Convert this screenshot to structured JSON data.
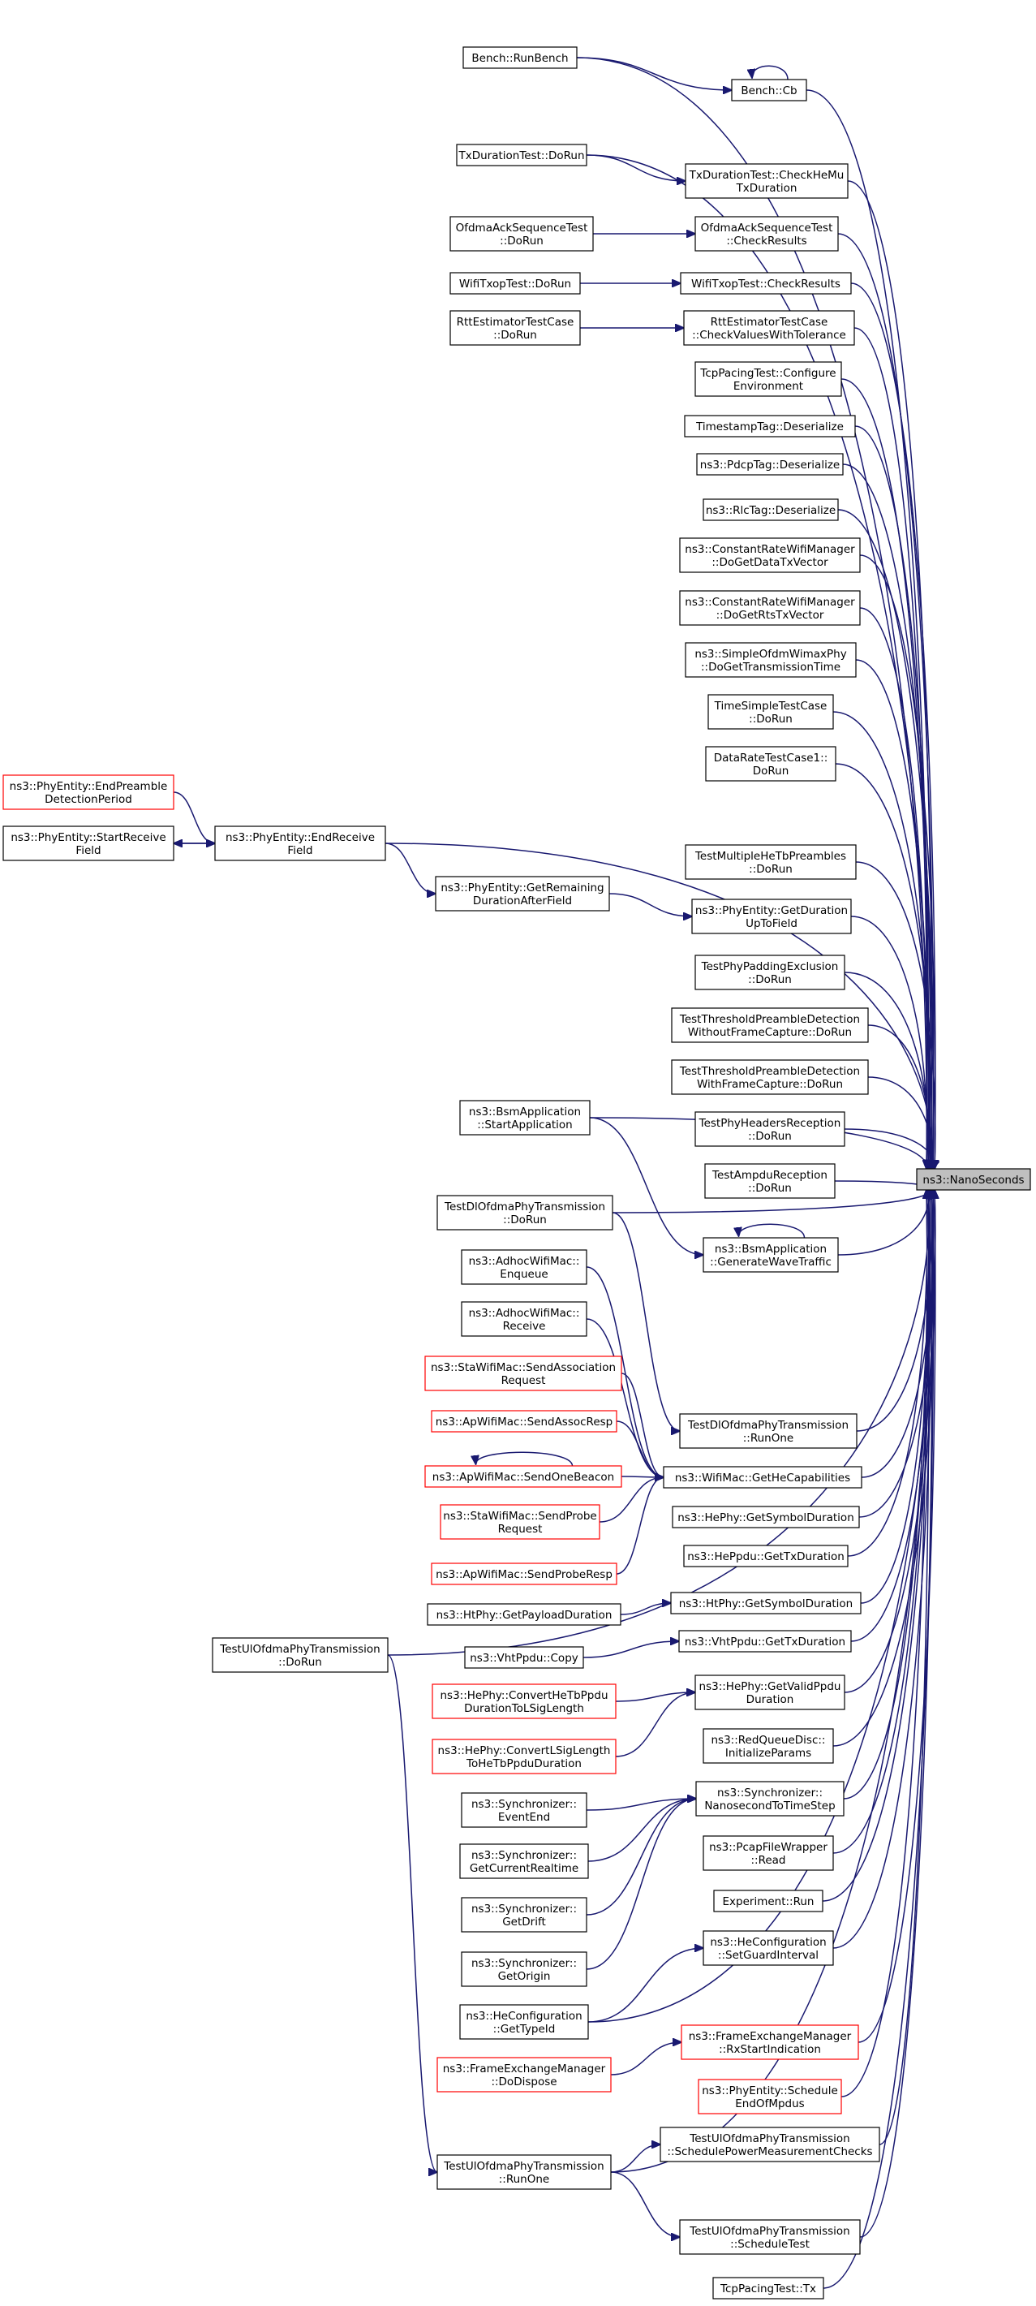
{
  "graph": {
    "colors": {
      "edge": "#191970",
      "node_border": "#000000",
      "node_border_incomplete": "#ff0000",
      "focus_fill": "#bfbfbf"
    },
    "focus_node": "ns3::NanoSeconds",
    "nodes": [
      {
        "id": "nano",
        "lines": [
          "ns3::NanoSeconds"
        ]
      },
      {
        "id": "runbench",
        "lines": [
          "Bench::RunBench"
        ]
      },
      {
        "id": "cb",
        "lines": [
          "Bench::Cb"
        ]
      },
      {
        "id": "txdurrun",
        "lines": [
          "TxDurationTest::DoRun"
        ]
      },
      {
        "id": "checkhemu",
        "lines": [
          "TxDurationTest::CheckHeMu",
          "TxDuration"
        ]
      },
      {
        "id": "ofdmarun",
        "lines": [
          "OfdmaAckSequenceTest",
          "::DoRun"
        ]
      },
      {
        "id": "ofdmacheck",
        "lines": [
          "OfdmaAckSequenceTest",
          "::CheckResults"
        ]
      },
      {
        "id": "txoprun",
        "lines": [
          "WifiTxopTest::DoRun"
        ]
      },
      {
        "id": "txopcheck",
        "lines": [
          "WifiTxopTest::CheckResults"
        ]
      },
      {
        "id": "rttrun",
        "lines": [
          "RttEstimatorTestCase",
          "::DoRun"
        ]
      },
      {
        "id": "rttcheck",
        "lines": [
          "RttEstimatorTestCase",
          "::CheckValuesWithTolerance"
        ]
      },
      {
        "id": "tcppacing",
        "lines": [
          "TcpPacingTest::Configure",
          "Environment"
        ]
      },
      {
        "id": "timestamp",
        "lines": [
          "TimestampTag::Deserialize"
        ]
      },
      {
        "id": "pdcp",
        "lines": [
          "ns3::PdcpTag::Deserialize"
        ]
      },
      {
        "id": "rlc",
        "lines": [
          "ns3::RlcTag::Deserialize"
        ]
      },
      {
        "id": "crdata",
        "lines": [
          "ns3::ConstantRateWifiManager",
          "::DoGetDataTxVector"
        ]
      },
      {
        "id": "crrts",
        "lines": [
          "ns3::ConstantRateWifiManager",
          "::DoGetRtsTxVector"
        ]
      },
      {
        "id": "simpleofdm",
        "lines": [
          "ns3::SimpleOfdmWimaxPhy",
          "::DoGetTransmissionTime"
        ]
      },
      {
        "id": "timesimple",
        "lines": [
          "TimeSimpleTestCase",
          "::DoRun"
        ]
      },
      {
        "id": "datarate",
        "lines": [
          "DataRateTestCase1::",
          "DoRun"
        ]
      },
      {
        "id": "endpreamble",
        "lines": [
          "ns3::PhyEntity::EndPreamble",
          "DetectionPeriod"
        ]
      },
      {
        "id": "startrecv",
        "lines": [
          "ns3::PhyEntity::StartReceive",
          "Field"
        ]
      },
      {
        "id": "endrecv",
        "lines": [
          "ns3::PhyEntity::EndReceive",
          "Field"
        ]
      },
      {
        "id": "remaining",
        "lines": [
          "ns3::PhyEntity::GetRemaining",
          "DurationAfterField"
        ]
      },
      {
        "id": "multihetb",
        "lines": [
          "TestMultipleHeTbPreambles",
          "::DoRun"
        ]
      },
      {
        "id": "getdur",
        "lines": [
          "ns3::PhyEntity::GetDuration",
          "UpToField"
        ]
      },
      {
        "id": "padding",
        "lines": [
          "TestPhyPaddingExclusion",
          "::DoRun"
        ]
      },
      {
        "id": "threshwo",
        "lines": [
          "TestThresholdPreambleDetection",
          "WithoutFrameCapture::DoRun"
        ]
      },
      {
        "id": "threshw",
        "lines": [
          "TestThresholdPreambleDetection",
          "WithFrameCapture::DoRun"
        ]
      },
      {
        "id": "headers",
        "lines": [
          "TestPhyHeadersReception",
          "::DoRun"
        ]
      },
      {
        "id": "ampdu",
        "lines": [
          "TestAmpduReception",
          "::DoRun"
        ]
      },
      {
        "id": "bsmstart",
        "lines": [
          "ns3::BsmApplication",
          "::StartApplication"
        ]
      },
      {
        "id": "bsmgen",
        "lines": [
          "ns3::BsmApplication",
          "::GenerateWaveTraffic"
        ]
      },
      {
        "id": "dlrun",
        "lines": [
          "TestDlOfdmaPhyTransmission",
          "::DoRun"
        ]
      },
      {
        "id": "adhocenq",
        "lines": [
          "ns3::AdhocWifiMac::",
          "Enqueue"
        ]
      },
      {
        "id": "adhocrecv",
        "lines": [
          "ns3::AdhocWifiMac::",
          "Receive"
        ]
      },
      {
        "id": "staassoc",
        "lines": [
          "ns3::StaWifiMac::SendAssociation",
          "Request"
        ]
      },
      {
        "id": "apassocresp",
        "lines": [
          "ns3::ApWifiMac::SendAssocResp"
        ]
      },
      {
        "id": "dlrunone",
        "lines": [
          "TestDlOfdmaPhyTransmission",
          "::RunOne"
        ]
      },
      {
        "id": "beacon",
        "lines": [
          "ns3::ApWifiMac::SendOneBeacon"
        ]
      },
      {
        "id": "gethecap",
        "lines": [
          "ns3::WifiMac::GetHeCapabilities"
        ]
      },
      {
        "id": "staprobe",
        "lines": [
          "ns3::StaWifiMac::SendProbe",
          "Request"
        ]
      },
      {
        "id": "hephysym",
        "lines": [
          "ns3::HePhy::GetSymbolDuration"
        ]
      },
      {
        "id": "aprobe",
        "lines": [
          "ns3::ApWifiMac::SendProbeResp"
        ]
      },
      {
        "id": "heppdutx",
        "lines": [
          "ns3::HePpdu::GetTxDuration"
        ]
      },
      {
        "id": "payload",
        "lines": [
          "ns3::HtPhy::GetPayloadDuration"
        ]
      },
      {
        "id": "htsym",
        "lines": [
          "ns3::HtPhy::GetSymbolDuration"
        ]
      },
      {
        "id": "ulrun",
        "lines": [
          "TestUlOfdmaPhyTransmission",
          "::DoRun"
        ]
      },
      {
        "id": "vhtcopy",
        "lines": [
          "ns3::VhtPpdu::Copy"
        ]
      },
      {
        "id": "vhttx",
        "lines": [
          "ns3::VhtPpdu::GetTxDuration"
        ]
      },
      {
        "id": "convhetb",
        "lines": [
          "ns3::HePhy::ConvertHeTbPpdu",
          "DurationToLSigLength"
        ]
      },
      {
        "id": "validppdu",
        "lines": [
          "ns3::HePhy::GetValidPpdu",
          "Duration"
        ]
      },
      {
        "id": "convlsig",
        "lines": [
          "ns3::HePhy::ConvertLSigLength",
          "ToHeTbPpduDuration"
        ]
      },
      {
        "id": "red",
        "lines": [
          "ns3::RedQueueDisc::",
          "InitializeParams"
        ]
      },
      {
        "id": "eventend",
        "lines": [
          "ns3::Synchronizer::",
          "EventEnd"
        ]
      },
      {
        "id": "nanostep",
        "lines": [
          "ns3::Synchronizer::",
          "NanosecondToTimeStep"
        ]
      },
      {
        "id": "currt",
        "lines": [
          "ns3::Synchronizer::",
          "GetCurrentRealtime"
        ]
      },
      {
        "id": "pcap",
        "lines": [
          "ns3::PcapFileWrapper",
          "::Read"
        ]
      },
      {
        "id": "drift",
        "lines": [
          "ns3::Synchronizer::",
          "GetDrift"
        ]
      },
      {
        "id": "exprun",
        "lines": [
          "Experiment::Run"
        ]
      },
      {
        "id": "origin",
        "lines": [
          "ns3::Synchronizer::",
          "GetOrigin"
        ]
      },
      {
        "id": "guard",
        "lines": [
          "ns3::HeConfiguration",
          "::SetGuardInterval"
        ]
      },
      {
        "id": "typeid",
        "lines": [
          "ns3::HeConfiguration",
          "::GetTypeId"
        ]
      },
      {
        "id": "rxstart",
        "lines": [
          "ns3::FrameExchangeManager",
          "::RxStartIndication"
        ]
      },
      {
        "id": "fedispose",
        "lines": [
          "ns3::FrameExchangeManager",
          "::DoDispose"
        ]
      },
      {
        "id": "schedmpdus",
        "lines": [
          "ns3::PhyEntity::Schedule",
          "EndOfMpdus"
        ]
      },
      {
        "id": "schedpower",
        "lines": [
          "TestUlOfdmaPhyTransmission",
          "::SchedulePowerMeasurementChecks"
        ]
      },
      {
        "id": "ulrunone",
        "lines": [
          "TestUlOfdmaPhyTransmission",
          "::RunOne"
        ]
      },
      {
        "id": "schedtest",
        "lines": [
          "TestUlOfdmaPhyTransmission",
          "::ScheduleTest"
        ]
      },
      {
        "id": "tcptx",
        "lines": [
          "TcpPacingTest::Tx"
        ]
      }
    ]
  }
}
